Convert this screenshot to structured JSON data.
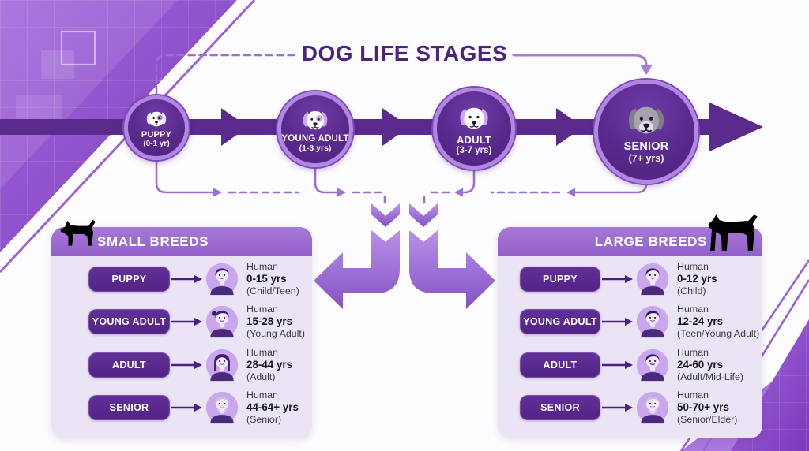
{
  "title": "DOG LIFE STAGES",
  "colors": {
    "deep_purple": "#572a8b",
    "timeline_bar": "#5a2b8d",
    "circle_ring": "#b286e2",
    "header_purple": "#9c6cd1",
    "panel_background": "#ebe4f5",
    "dashed_connector": "#9d6fd3",
    "big_arrow_light": "#b791e8",
    "big_arrow_dark": "#8452c5",
    "title_text": "#4e2380",
    "avatar_background": "#c9a6ee"
  },
  "timeline": {
    "stages": [
      {
        "name": "PUPPY",
        "age_range": "(0-1 yr)",
        "icon": "puppy-dog-face-icon"
      },
      {
        "name": "YOUNG ADULT",
        "age_range": "(1-3 yrs)",
        "icon": "young-adult-dog-face-icon"
      },
      {
        "name": "ADULT",
        "age_range": "(3-7 yrs)",
        "icon": "adult-dog-face-icon"
      },
      {
        "name": "SENIOR",
        "age_range": "(7+ yrs)",
        "icon": "senior-dog-face-icon"
      }
    ]
  },
  "panels": {
    "small": {
      "title": "SMALL BREEDS",
      "icon": "small-dog-silhouette-icon",
      "rows": [
        {
          "stage": "PUPPY",
          "human_label": "Human",
          "human_years": "0-15 yrs",
          "human_stage": "(Child/Teen)",
          "icon": "child-avatar-icon"
        },
        {
          "stage": "YOUNG ADULT",
          "human_label": "Human",
          "human_years": "15-28 yrs",
          "human_stage": "(Young Adult)",
          "icon": "young-woman-avatar-icon"
        },
        {
          "stage": "ADULT",
          "human_label": "Human",
          "human_years": "28-44 yrs",
          "human_stage": "(Adult)",
          "icon": "adult-woman-avatar-icon"
        },
        {
          "stage": "SENIOR",
          "human_label": "Human",
          "human_years": "44-64+ yrs",
          "human_stage": "(Senior)",
          "icon": "senior-man-avatar-icon"
        }
      ]
    },
    "large": {
      "title": "LARGE BREEDS",
      "icon": "large-dog-silhouette-icon",
      "rows": [
        {
          "stage": "PUPPY",
          "human_label": "Human",
          "human_years": "0-12 yrs",
          "human_stage": "(Child)",
          "icon": "child-avatar-icon"
        },
        {
          "stage": "YOUNG ADULT",
          "human_label": "Human",
          "human_years": "12-24 yrs",
          "human_stage": "(Teen/Young Adult)",
          "icon": "teen-avatar-icon"
        },
        {
          "stage": "ADULT",
          "human_label": "Human",
          "human_years": "24-60 yrs",
          "human_stage": "(Adult/Mid-Life)",
          "icon": "adult-man-avatar-icon"
        },
        {
          "stage": "SENIOR",
          "human_label": "Human",
          "human_years": "50-70+ yrs",
          "human_stage": "(Senior/Elder)",
          "icon": "elder-man-avatar-icon"
        }
      ]
    }
  }
}
